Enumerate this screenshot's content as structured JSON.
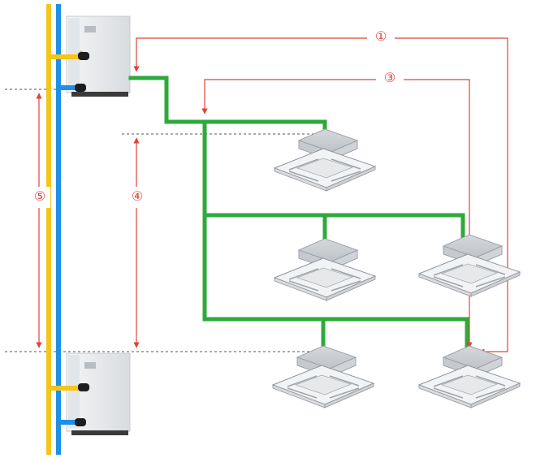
{
  "colors": {
    "background": "#ffffff",
    "pipe_yellow": "#f5c518",
    "pipe_blue": "#1e90e8",
    "pipe_green": "#2daa3a",
    "dimension_red": "#e0433a",
    "reference_line": "#555555",
    "unit_body": "#eef0f2",
    "unit_grille": "#c9ccd0"
  },
  "labels": {
    "dim_1": "①",
    "dim_3": "③",
    "dim_4": "④",
    "dim_5": "⑤"
  },
  "components": {
    "outdoor_units": 2,
    "indoor_cassette_units": 5,
    "outdoor_icon": "outdoor-condenser-unit",
    "indoor_icon": "ceiling-cassette-unit"
  }
}
